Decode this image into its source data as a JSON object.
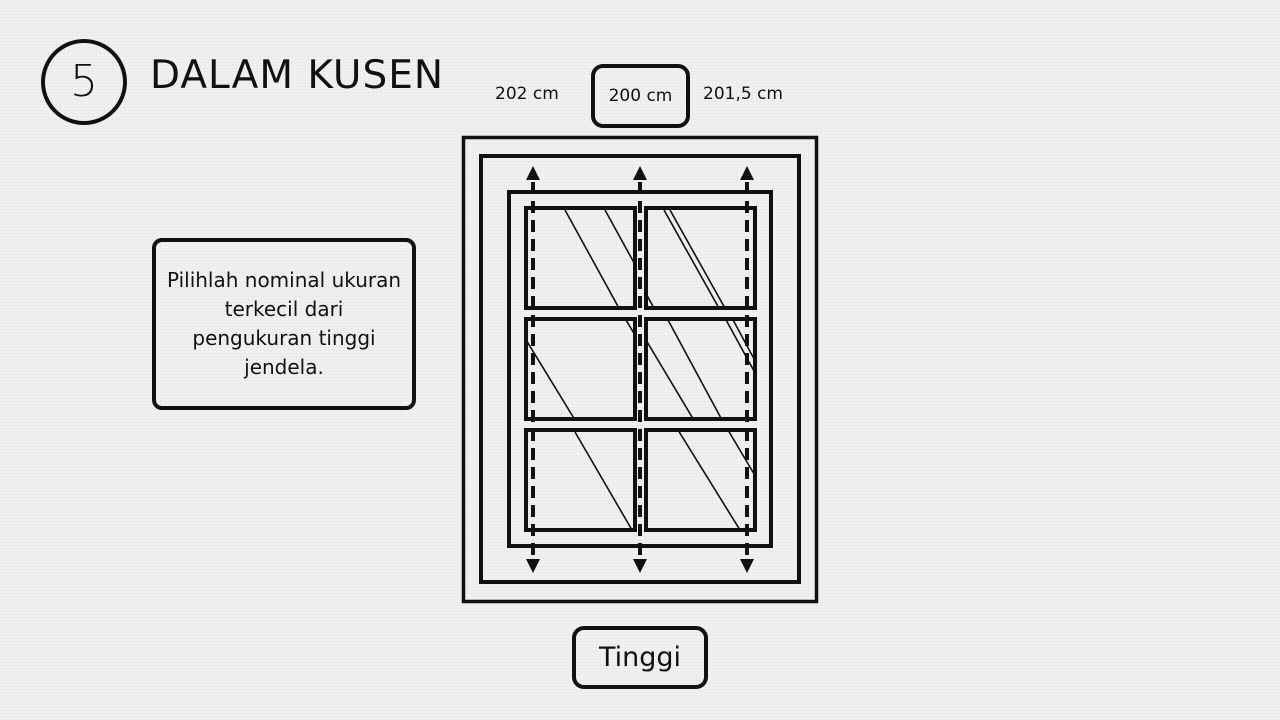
{
  "header": {
    "step_number": "5",
    "title": "DALAM KUSEN"
  },
  "measurements": {
    "items": [
      {
        "label": "202 cm",
        "selected": false
      },
      {
        "label": "200 cm",
        "selected": true
      },
      {
        "label": "201,5 cm",
        "selected": false
      }
    ]
  },
  "note": {
    "text": "Pilihlah nominal ukuran terkecil dari pengukuran tinggi jendela."
  },
  "diagram": {
    "subject": "window-frame-height-measurement",
    "arrows": 3,
    "panes": {
      "rows": 3,
      "columns": 2
    },
    "stroke_color": "#111111",
    "background_color": "#f1f1f0"
  },
  "dimension_label": "Tinggi"
}
